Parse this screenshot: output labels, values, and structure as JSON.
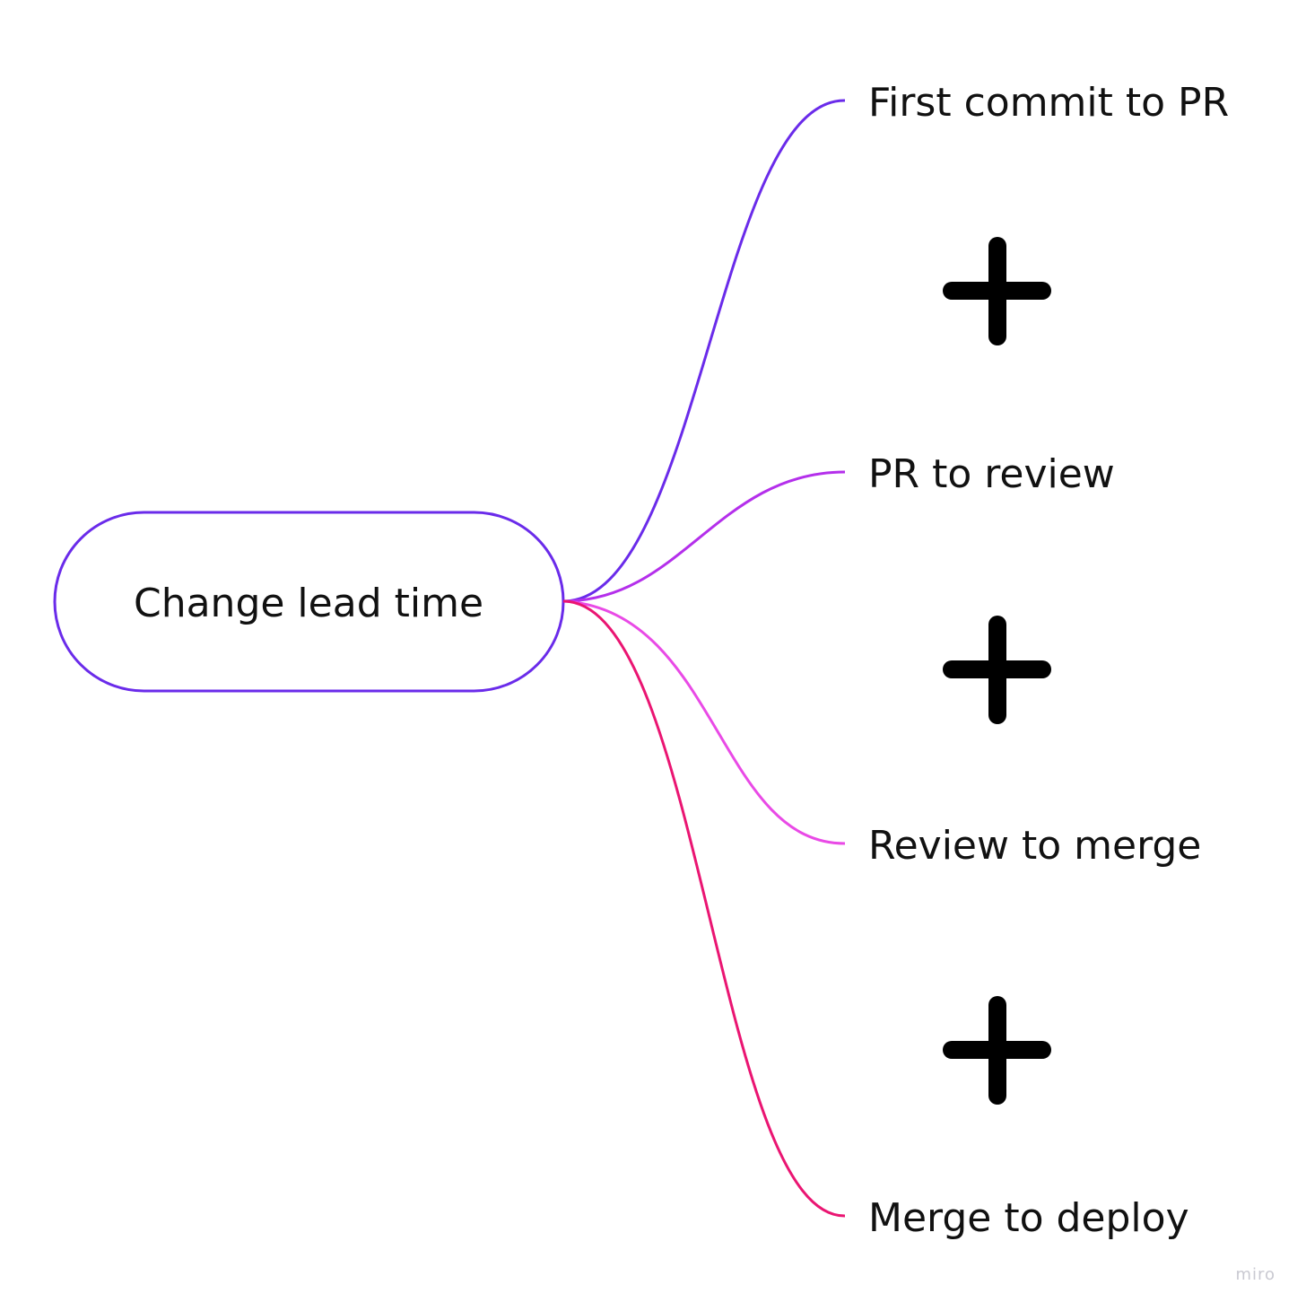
{
  "root": {
    "label": "Change lead time",
    "stroke_color": "#6A2BEA"
  },
  "branches": [
    {
      "label": "First commit to PR",
      "color": "#6A2BEA"
    },
    {
      "label": "PR to review",
      "color": "#B42FEB"
    },
    {
      "label": "Review to merge",
      "color": "#E94AE6"
    },
    {
      "label": "Merge to deploy",
      "color": "#EA1572"
    }
  ],
  "operators": [
    {
      "icon": "plus-icon"
    },
    {
      "icon": "plus-icon"
    },
    {
      "icon": "plus-icon"
    }
  ],
  "watermark": "miro"
}
